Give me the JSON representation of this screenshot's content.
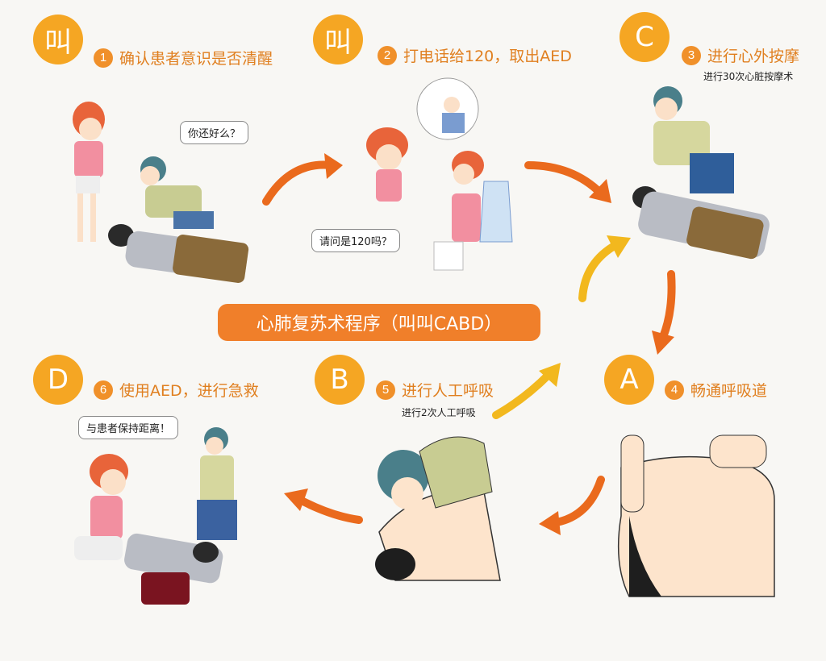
{
  "title": "心肺复苏术程序（叫叫CABD）",
  "steps": [
    {
      "badge": "叫",
      "num": "1",
      "label": "确认患者意识是否清醒",
      "sub": ""
    },
    {
      "badge": "叫",
      "num": "2",
      "label": "打电话给120，取出AED",
      "sub": ""
    },
    {
      "badge": "C",
      "num": "3",
      "label": "进行心外按摩",
      "sub": "进行30次心脏按摩术"
    },
    {
      "badge": "A",
      "num": "4",
      "label": "畅通呼吸道",
      "sub": ""
    },
    {
      "badge": "B",
      "num": "5",
      "label": "进行人工呼吸",
      "sub": "进行2次人工呼吸"
    },
    {
      "badge": "D",
      "num": "6",
      "label": "使用AED，进行急救",
      "sub": ""
    }
  ],
  "bubbles": {
    "ok": "你还好么？",
    "call": "请问是120吗？",
    "distance": "与患者保持距离！"
  },
  "colors": {
    "accent": "#f5a623",
    "arrow": "#ea6a1d",
    "arrow_yellow": "#f2b81e",
    "banner": "#f07f2a"
  }
}
